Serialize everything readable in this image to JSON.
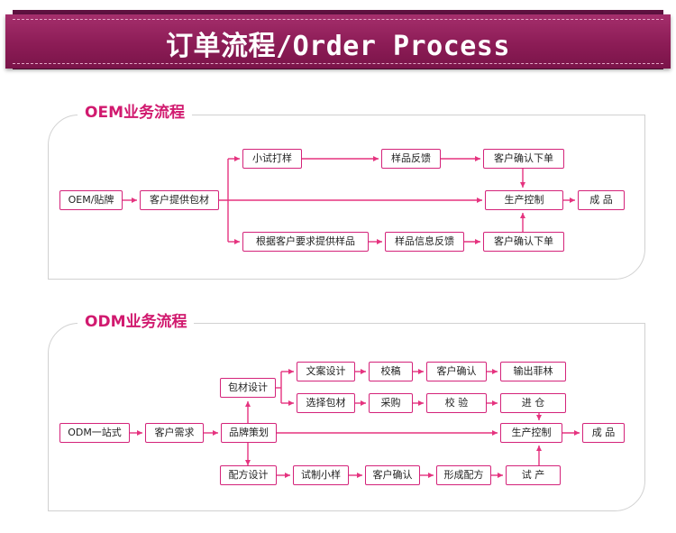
{
  "banner": {
    "title": "订单流程/Order Process"
  },
  "oem": {
    "title": "OEM业务流程",
    "nodes": {
      "oem_tag": "OEM/贴牌",
      "packaging": "客户提供包材",
      "small_trial": "小试打样",
      "sample_feedback": "样品反馈",
      "confirm_order_1": "客户确认下单",
      "production_control": "生产控制",
      "finished": "成  品",
      "custom_sample": "根据客户要求提供样品",
      "sample_info_feedback": "样品信息反馈",
      "confirm_order_2": "客户确认下单"
    }
  },
  "odm": {
    "title": "ODM业务流程",
    "nodes": {
      "odm_onestop": "ODM一站式",
      "customer_needs": "客户需求",
      "brand_planning": "品牌策划",
      "packaging_design": "包材设计",
      "copy_design": "文案设计",
      "proofread": "校稿",
      "customer_confirm_1": "客户确认",
      "output_film": "输出菲林",
      "select_packaging": "选择包材",
      "purchase": "采购",
      "inspection": "校  验",
      "warehousing": "进  仓",
      "production_control": "生产控制",
      "finished": "成  品",
      "formula_design": "配方设计",
      "trial_sample": "试制小样",
      "customer_confirm_2": "客户确认",
      "final_formula": "形成配方",
      "trial_production": "试  产"
    }
  },
  "colors": {
    "banner": "#8c1c56",
    "accent": "#d11a6f",
    "node_border": "#d4237a",
    "arrow": "#e5337f",
    "frame": "#d1d1d1"
  }
}
